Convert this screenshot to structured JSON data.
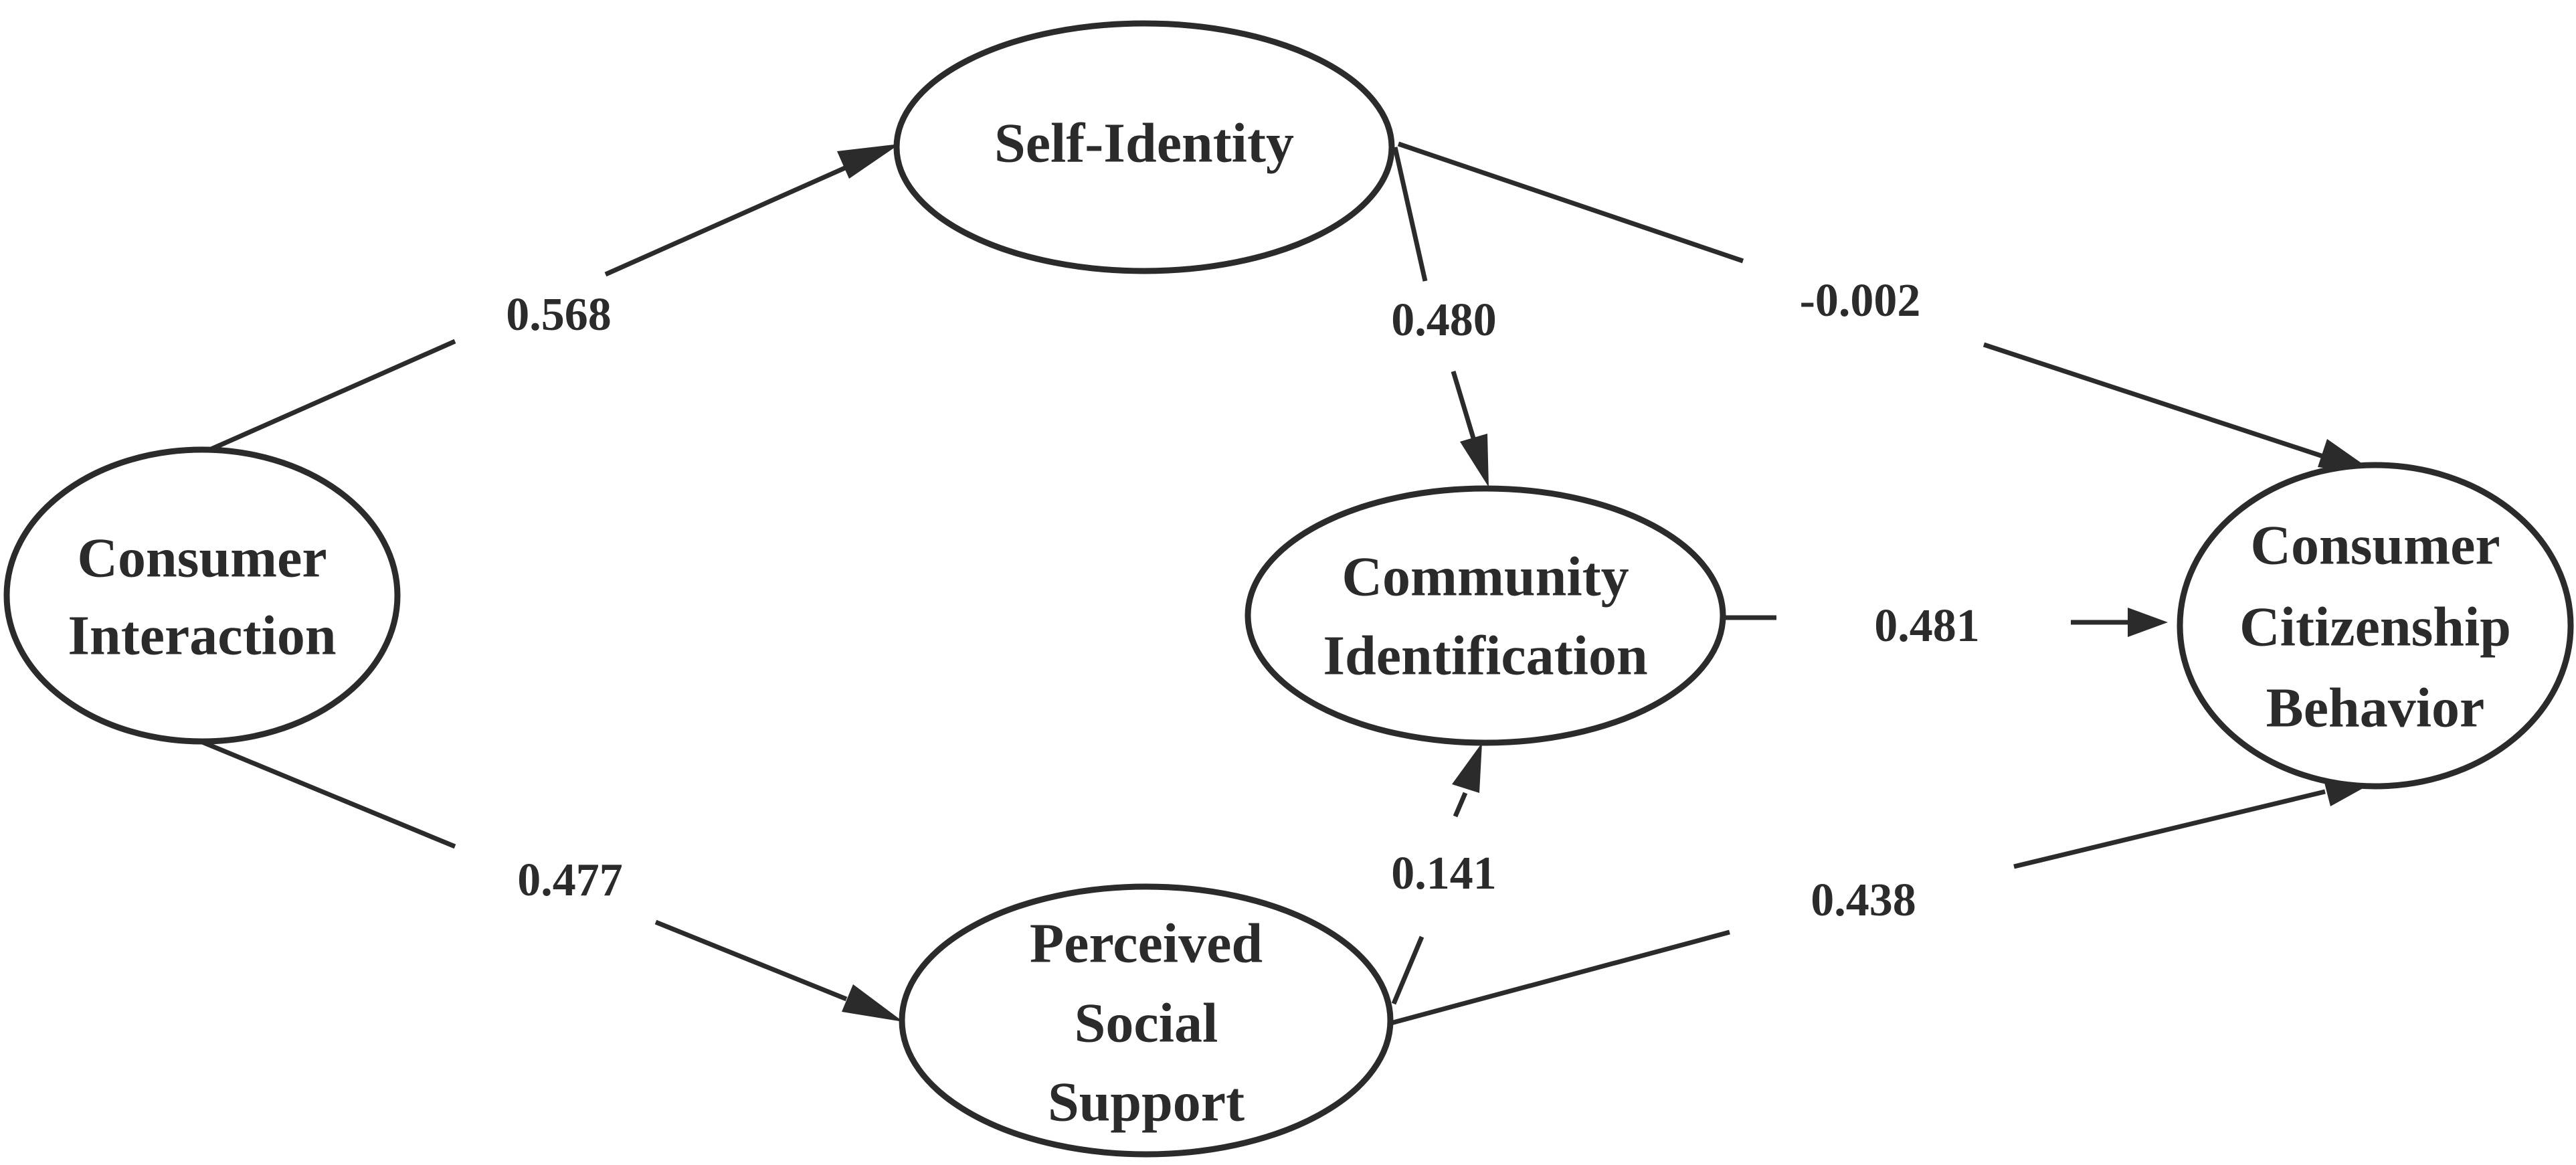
{
  "nodes": {
    "consumer_interaction": {
      "lines": [
        "Consumer",
        "Interaction"
      ]
    },
    "self_identity": {
      "lines": [
        "Self-Identity"
      ]
    },
    "perceived_social_support": {
      "lines": [
        "Perceived",
        "Social",
        "Support"
      ]
    },
    "community_identification": {
      "lines": [
        "Community",
        "Identification"
      ]
    },
    "consumer_citizenship_behavior": {
      "lines": [
        "Consumer",
        "Citizenship",
        "Behavior"
      ]
    }
  },
  "paths": {
    "interaction_to_self_identity": "0.568",
    "interaction_to_social_support": "0.477",
    "self_identity_to_community": "0.480",
    "self_identity_to_citizenship": "-0.002",
    "community_to_citizenship": "0.481",
    "social_support_to_community": "0.141",
    "social_support_to_citizenship": "0.438"
  }
}
